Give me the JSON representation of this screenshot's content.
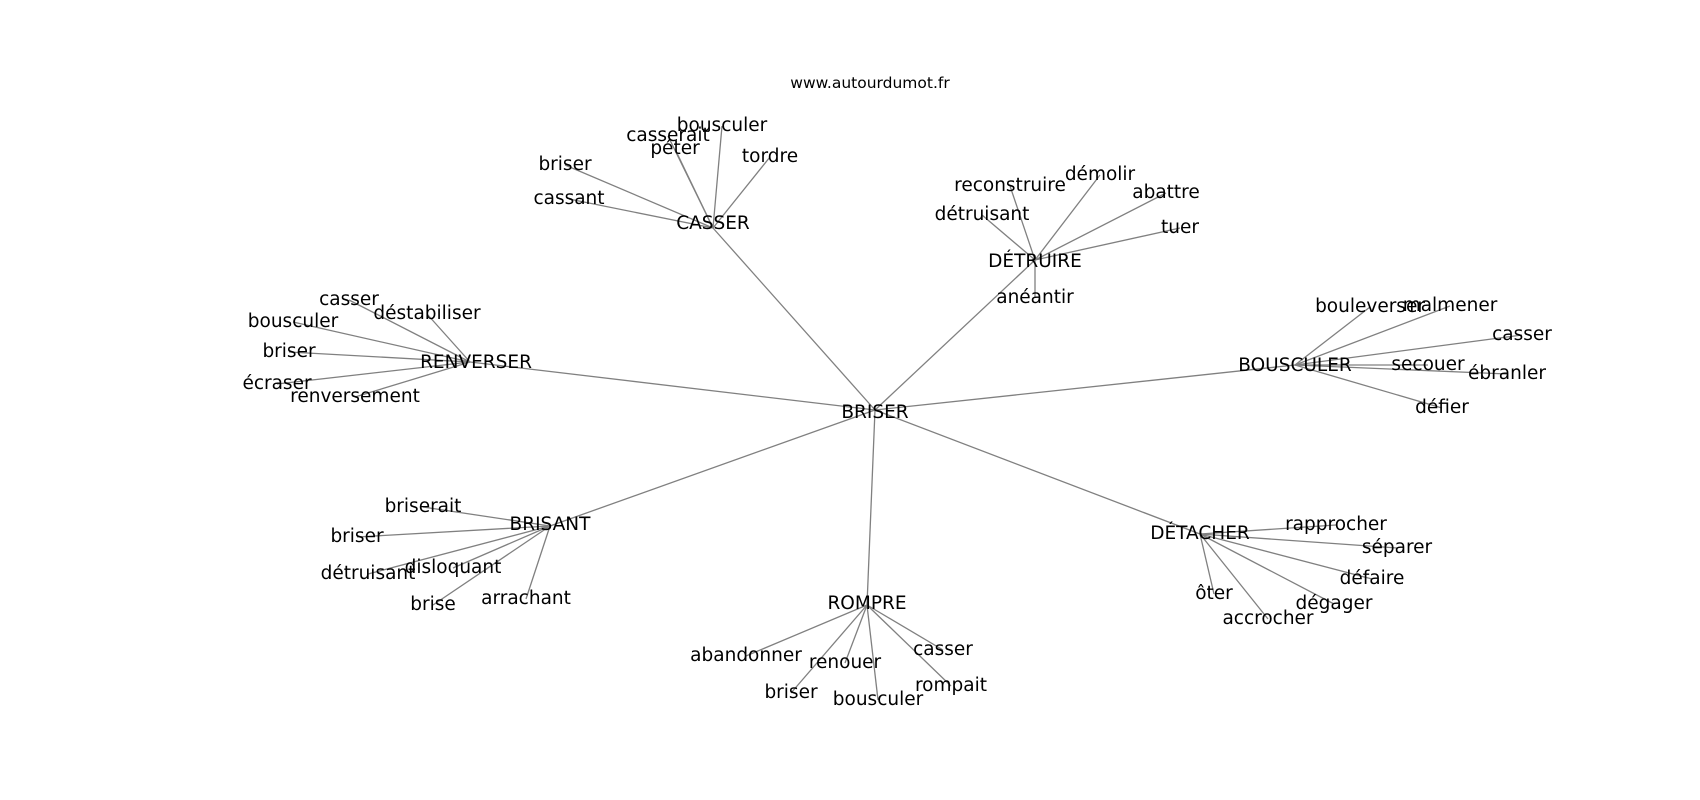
{
  "header": {
    "site": "www.autourdumot.fr"
  },
  "colors": {
    "edge": "#808080",
    "text": "#000000",
    "background": "#ffffff"
  },
  "graph": {
    "root": "BRISER",
    "clusters": [
      {
        "id": "casser",
        "label": "CASSER",
        "leaves": [
          "casserait",
          "péter",
          "bousculer",
          "tordre",
          "briser",
          "cassant"
        ]
      },
      {
        "id": "detruire",
        "label": "DÉTRUIRE",
        "leaves": [
          "reconstruire",
          "démolir",
          "abattre",
          "détruisant",
          "tuer",
          "anéantir"
        ]
      },
      {
        "id": "renverser",
        "label": "RENVERSER",
        "leaves": [
          "casser",
          "déstabiliser",
          "bousculer",
          "briser",
          "écraser",
          "renversement"
        ]
      },
      {
        "id": "bousculer",
        "label": "BOUSCULER",
        "leaves": [
          "bouleverser",
          "malmener",
          "casser",
          "secouer",
          "ébranler",
          "défier"
        ]
      },
      {
        "id": "brisant",
        "label": "BRISANT",
        "leaves": [
          "briserait",
          "briser",
          "disloquant",
          "détruisant",
          "brise",
          "arrachant"
        ]
      },
      {
        "id": "detacher",
        "label": "DÉTACHER",
        "leaves": [
          "rapprocher",
          "séparer",
          "défaire",
          "ôter",
          "dégager",
          "accrocher"
        ]
      },
      {
        "id": "rompre",
        "label": "ROMPRE",
        "leaves": [
          "abandonner",
          "casser",
          "renouer",
          "rompait",
          "briser",
          "bousculer"
        ]
      }
    ]
  }
}
